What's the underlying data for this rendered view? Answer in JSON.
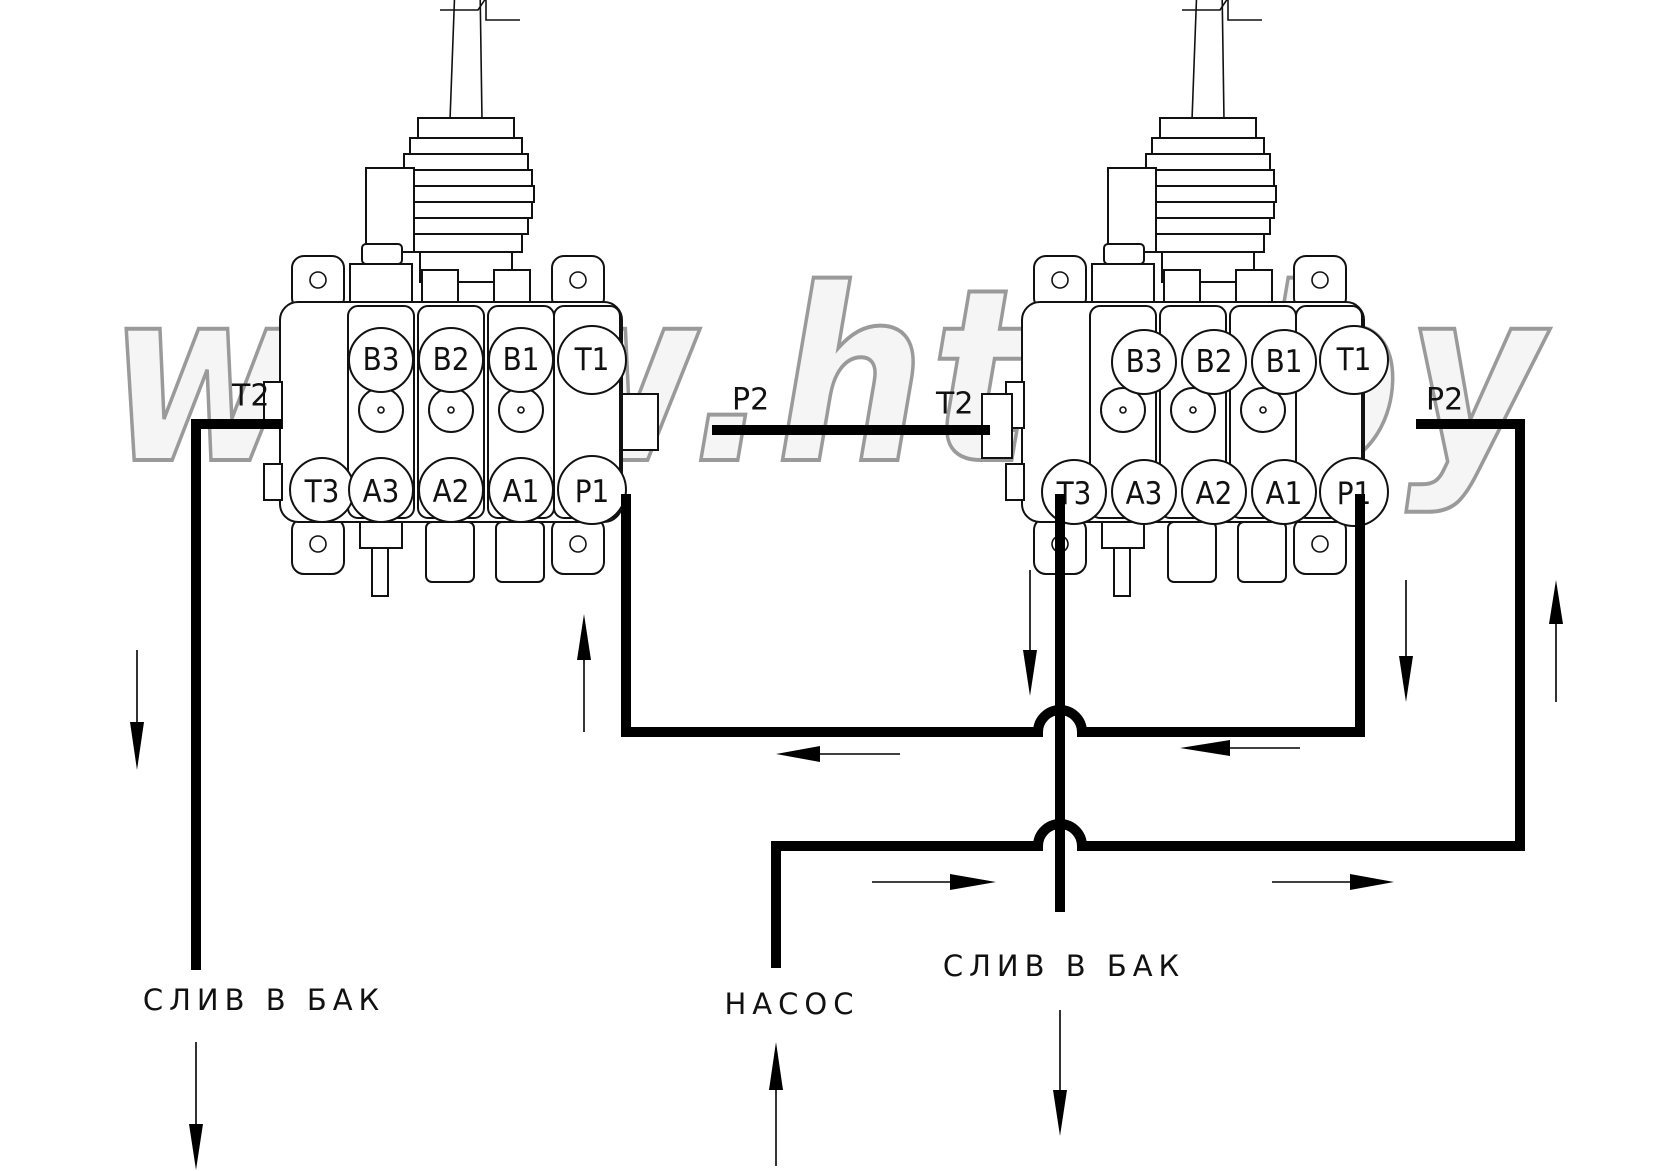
{
  "watermark": "www.hts.by",
  "valves": [
    {
      "name": "left-valve",
      "top_ports": [
        "B3",
        "B2",
        "B1",
        "T1"
      ],
      "bottom_ports": [
        "T3",
        "A3",
        "A2",
        "A1",
        "P1"
      ],
      "side_in": "T2",
      "side_out": "P2"
    },
    {
      "name": "right-valve",
      "top_ports": [
        "B3",
        "B2",
        "B1",
        "T1"
      ],
      "bottom_ports": [
        "T3",
        "A3",
        "A2",
        "A1",
        "P1"
      ],
      "side_in": "T2",
      "side_out": "P2"
    }
  ],
  "labels": {
    "drain_left": "СЛИВ В БАК",
    "drain_right": "СЛИВ В БАК",
    "pump": "НАСОС"
  }
}
